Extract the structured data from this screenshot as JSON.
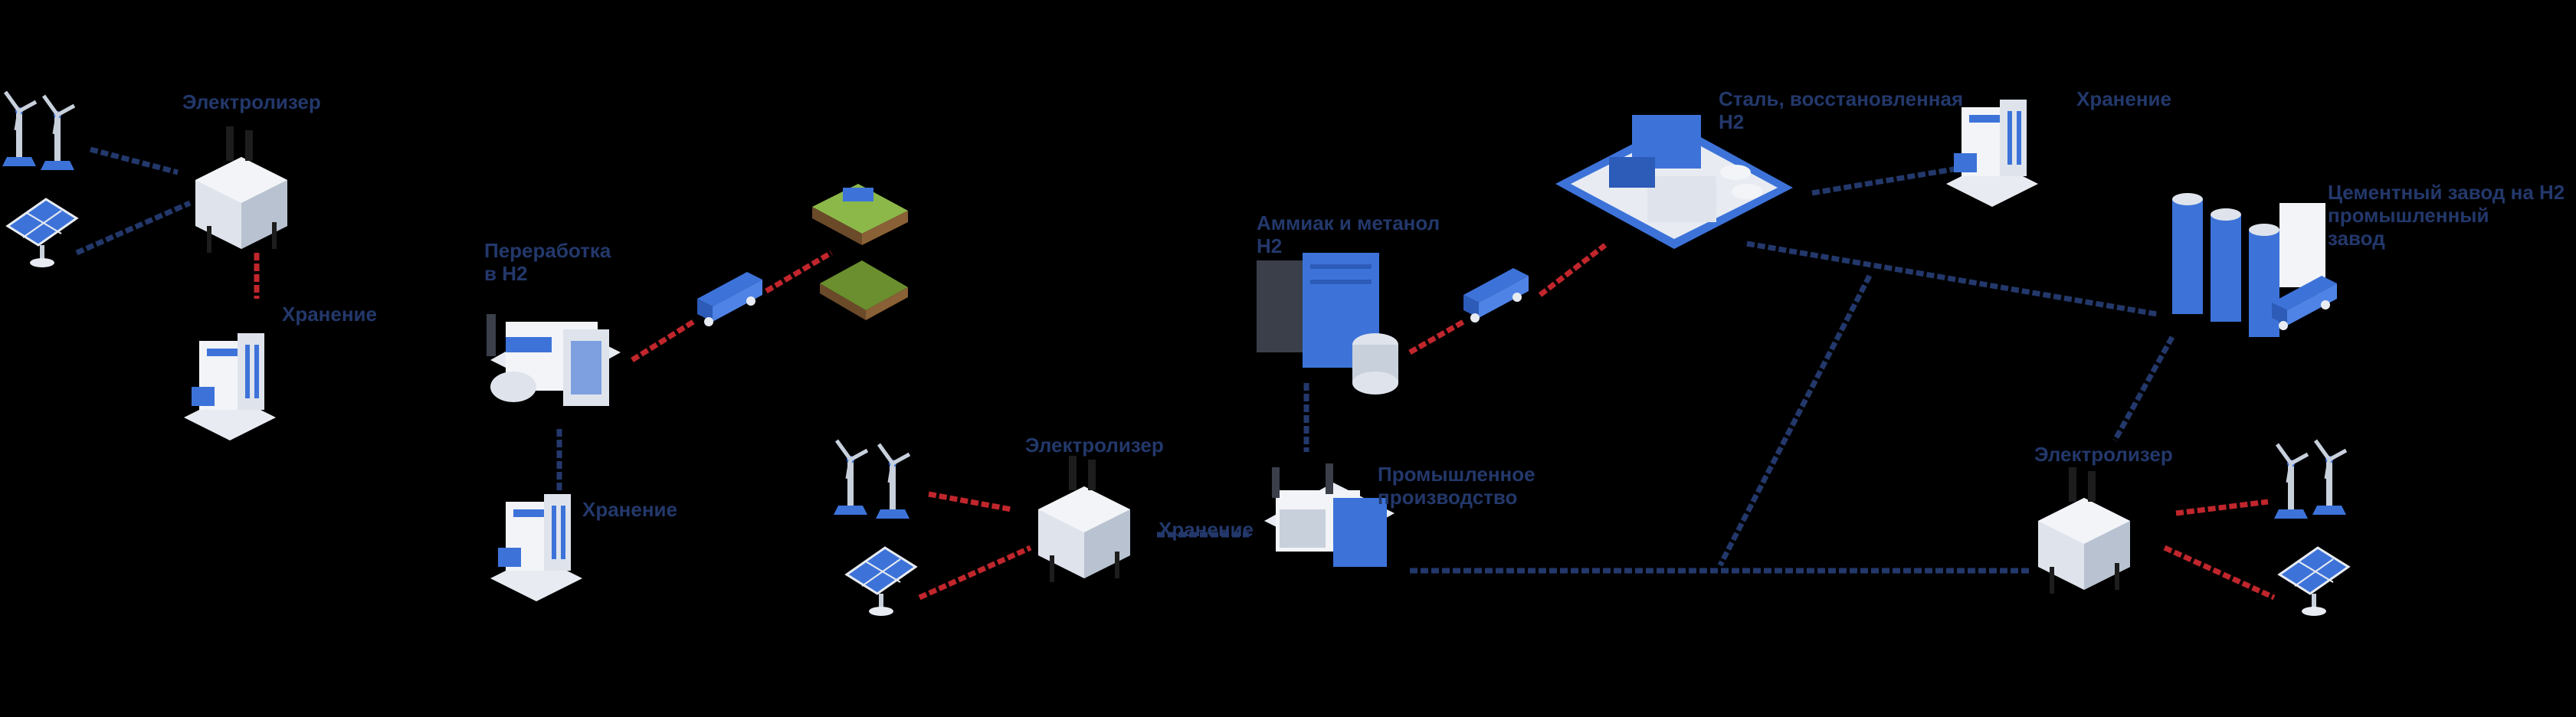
{
  "labels": {
    "electrolyzer_1": "Электролизер",
    "storage_1": "Хранение",
    "processing_h2": "Переработка\nв H2",
    "storage_2": "Хранение",
    "electrolyzer_2": "Электролизер",
    "ammonia_h2": "Аммиак и метанол\nH2",
    "transport_mid": "Хранение",
    "industrial": "Промышленное\nпроизводство",
    "steel_h2": "Сталь, восстановленная\nH2",
    "storage_3": "Хранение",
    "cement_h2": "Цементный завод на H2\nпромышленный\nзавод",
    "electrolyzer_3": "Электролизер"
  },
  "colors": {
    "dark_line": "#23386b",
    "red_line": "#c0262c",
    "blue": "#3d73d9",
    "light": "#e8ecf2"
  }
}
